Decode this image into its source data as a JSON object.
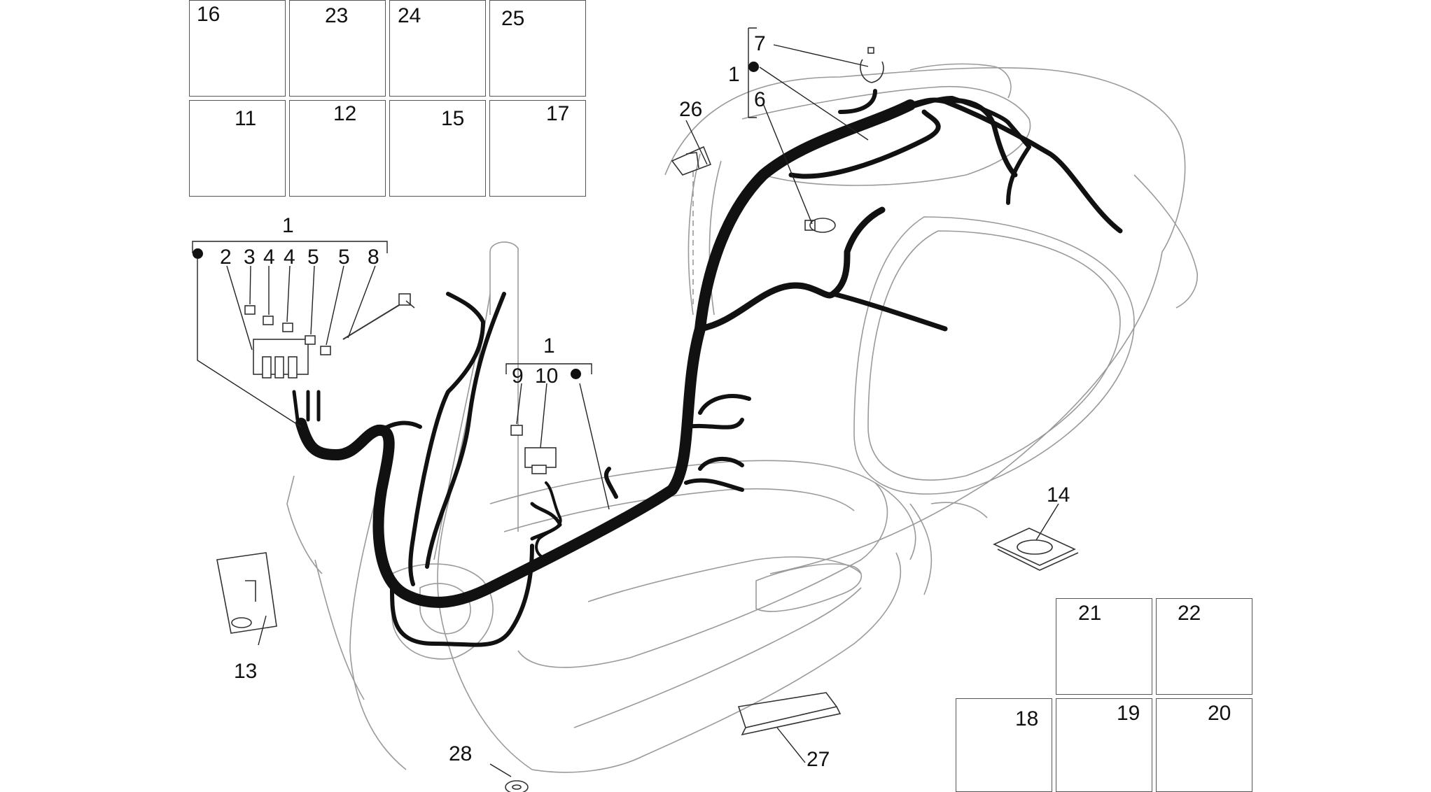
{
  "callouts": {
    "c16": "16",
    "c23": "23",
    "c24": "24",
    "c25": "25",
    "c11": "11",
    "c12": "12",
    "c15": "15",
    "c17": "17",
    "c1a": "1",
    "c2": "2",
    "c3": "3",
    "c4a": "4",
    "c4b": "4",
    "c5a": "5",
    "c5b": "5",
    "c8": "8",
    "c1b": "1",
    "c9": "9",
    "c10": "10",
    "c26": "26",
    "c7": "7",
    "c1c": "1",
    "c6": "6",
    "c14": "14",
    "c13": "13",
    "c21": "21",
    "c22": "22",
    "c18": "18",
    "c19": "19",
    "c20": "20",
    "c27": "27",
    "c28": "28"
  },
  "colors": {
    "outline": "#9a9a9a",
    "harness": "#111111",
    "text": "#111111"
  }
}
